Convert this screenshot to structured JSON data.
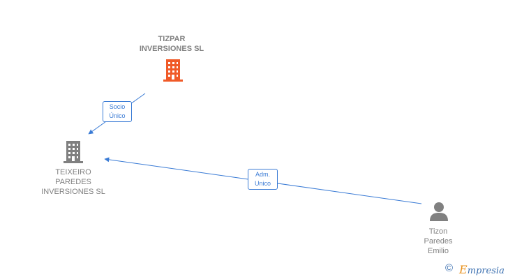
{
  "nodes": {
    "company_main": {
      "name_lines": [
        "TIZPAR",
        "INVERSIONES SL"
      ],
      "icon": "building-icon",
      "color": "#f05a28"
    },
    "company_sub": {
      "name_lines": [
        "TEIXEIRO",
        "PAREDES",
        "INVERSIONES SL"
      ],
      "icon": "building-icon",
      "color": "#808080"
    },
    "person": {
      "name_lines": [
        "Tizon",
        "Paredes",
        "Emilio"
      ],
      "icon": "person-icon",
      "color": "#808080"
    }
  },
  "edges": {
    "socio": {
      "label_lines": [
        "Socio",
        "Único"
      ]
    },
    "adm": {
      "label_lines": [
        "Adm.",
        "Unico"
      ]
    }
  },
  "colors": {
    "edge": "#3a7bd5",
    "text": "#808080",
    "accent": "#f05a28"
  },
  "footer": {
    "copyright_symbol": "©",
    "brand_first": "E",
    "brand_rest": "mpresia"
  }
}
